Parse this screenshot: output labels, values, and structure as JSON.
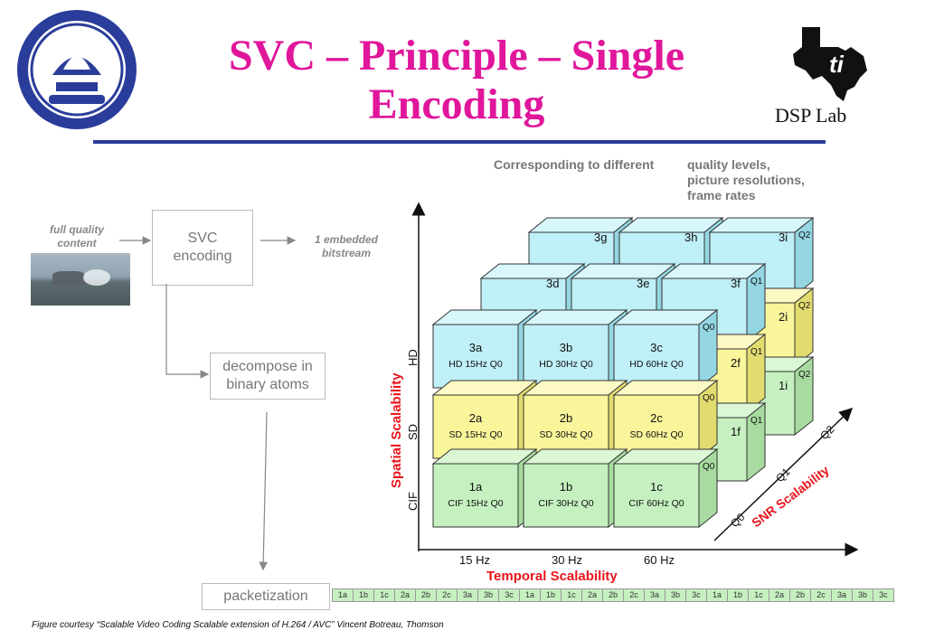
{
  "header": {
    "title_line1": "SVC – Principle – Single",
    "title_line2": "Encoding",
    "lab_name": "DSP Lab",
    "left_logo": "iit-bombay-seal-icon",
    "right_logo": "ti-texas-logo-icon"
  },
  "flow": {
    "input_label": "full quality content",
    "svc_box": "SVC encoding",
    "output_label": "1 embedded bitstream",
    "decompose_box": "decompose in binary atoms",
    "packet_box": "packetization"
  },
  "annotation": {
    "left": "Corresponding to different",
    "right_lines": [
      "quality levels,",
      "picture resolutions,",
      "frame rates"
    ]
  },
  "axes": {
    "spatial": "Spatial Scalability",
    "temporal": "Temporal Scalability",
    "snr": "SNR Scalability",
    "spatial_levels": [
      "CIF",
      "SD",
      "HD"
    ],
    "temporal_levels": [
      "15 Hz",
      "30 Hz",
      "60 Hz"
    ],
    "quality_levels": [
      "Q0",
      "Q1",
      "Q2"
    ]
  },
  "cubes": {
    "front": [
      {
        "id": "1a",
        "desc": "CIF 15Hz Q0"
      },
      {
        "id": "1b",
        "desc": "CIF 30Hz Q0"
      },
      {
        "id": "1c",
        "desc": "CIF 60Hz Q0"
      },
      {
        "id": "2a",
        "desc": "SD 15Hz Q0"
      },
      {
        "id": "2b",
        "desc": "SD 30Hz Q0"
      },
      {
        "id": "2c",
        "desc": "SD 60Hz Q0"
      },
      {
        "id": "3a",
        "desc": "HD 15Hz Q0"
      },
      {
        "id": "3b",
        "desc": "HD 30Hz Q0"
      },
      {
        "id": "3c",
        "desc": "HD 60Hz Q0"
      }
    ],
    "back_labels": [
      "1f",
      "1i",
      "2f",
      "2i",
      "3d",
      "3e",
      "3f",
      "3g",
      "3h",
      "3i"
    ],
    "face_quality_labels": [
      "Q0",
      "Q1",
      "Q2"
    ]
  },
  "strip_cells": [
    "1a",
    "1b",
    "1c",
    "2a",
    "2b",
    "2c",
    "3a",
    "3b",
    "3c",
    "1a",
    "1b",
    "1c",
    "2a",
    "2b",
    "2c",
    "3a",
    "3b",
    "3c",
    "1a",
    "1b",
    "1c",
    "2a",
    "2b",
    "2c",
    "3a",
    "3b",
    "3c"
  ],
  "colors": {
    "title": "#e0169b",
    "rule": "#2a3d9a",
    "axis_label": "#e8141c",
    "cif_fill": "#c6f0c0",
    "sd_fill": "#f9f59a",
    "hd_fill": "#bfeff7"
  },
  "caption": "Figure courtesy “Scalable Video Coding Scalable extension of H.264 / AVC” Vincent Botreau, Thomson"
}
